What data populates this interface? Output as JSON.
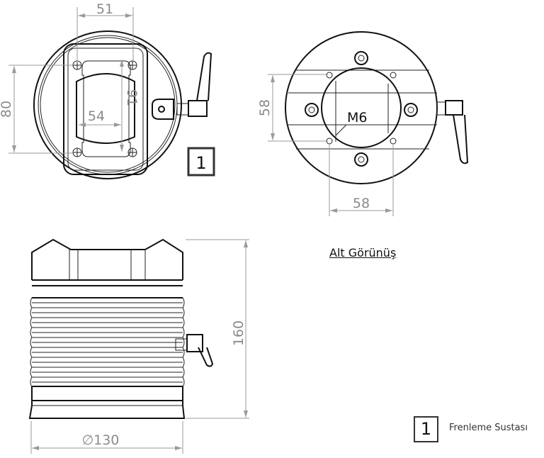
{
  "views": {
    "top_left": {
      "dim_width": "51",
      "dim_height": "80",
      "dim_inner_height": "91",
      "dim_inner_width": "54",
      "callout": "1"
    },
    "top_right": {
      "dim_vertical": "58",
      "dim_horizontal": "58",
      "thread": "M6"
    },
    "side": {
      "dim_height": "160",
      "dim_diameter": "∅130"
    }
  },
  "caption": "Alt Görünüş",
  "legend": {
    "number": "1",
    "text": "Frenleme Sustası"
  }
}
